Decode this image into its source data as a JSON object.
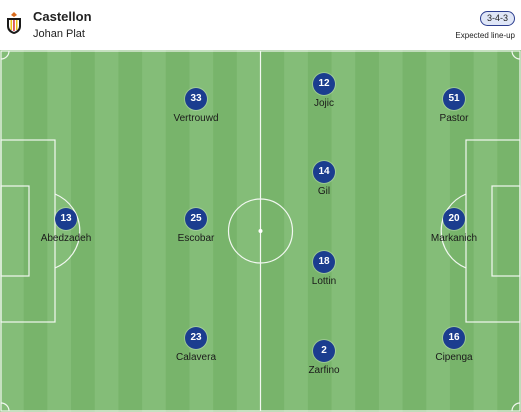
{
  "header": {
    "team_name": "Castellon",
    "coach_name": "Johan Plat",
    "formation": "3-4-3",
    "lineup_label": "Expected line-up",
    "crest_icon": "castellon-crest-icon"
  },
  "colors": {
    "pitch_light": "#84bd78",
    "pitch_dark": "#78b46b",
    "shirt": "#1b3d8f",
    "badge_border": "#2c3e8f"
  },
  "players": [
    {
      "number": "13",
      "name": "Abedzadeh"
    },
    {
      "number": "33",
      "name": "Vertrouwd"
    },
    {
      "number": "25",
      "name": "Escobar"
    },
    {
      "number": "23",
      "name": "Calavera"
    },
    {
      "number": "12",
      "name": "Jojic"
    },
    {
      "number": "14",
      "name": "Gil"
    },
    {
      "number": "18",
      "name": "Lottin"
    },
    {
      "number": "2",
      "name": "Zarfino"
    },
    {
      "number": "51",
      "name": "Pastor"
    },
    {
      "number": "20",
      "name": "Markanich"
    },
    {
      "number": "16",
      "name": "Cipenga"
    }
  ]
}
